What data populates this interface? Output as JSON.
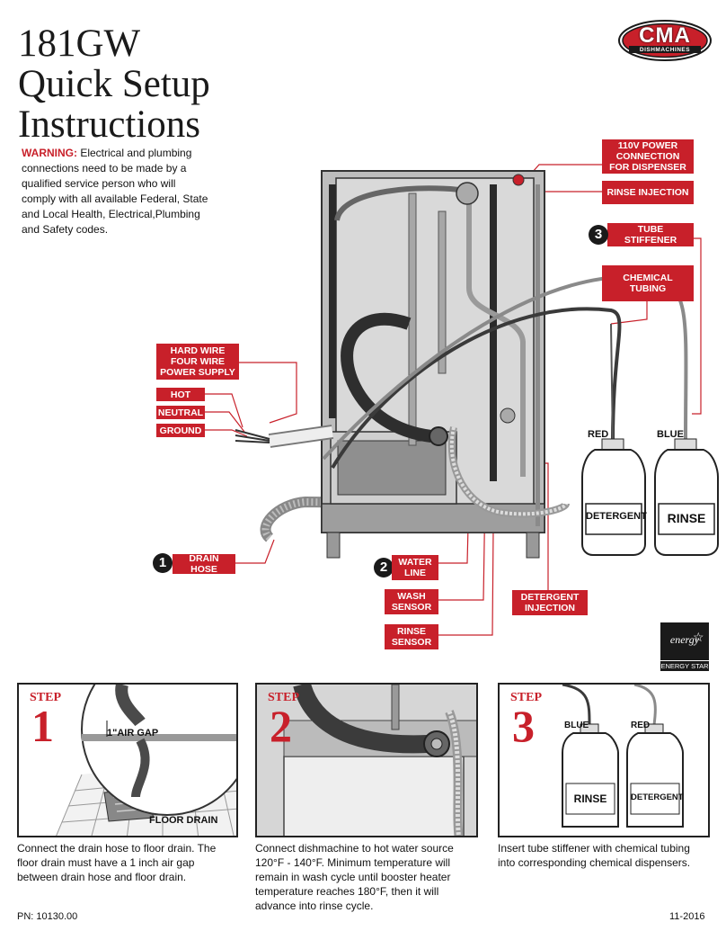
{
  "header": {
    "title_line1": "181GW",
    "title_line2": "Quick Setup",
    "title_line3": "Instructions",
    "brand": "CMA",
    "brand_sub": "DISHMACHINES"
  },
  "warning": {
    "label": "WARNING:",
    "text": " Electrical and plumbing connections need to be made by a qualified service person who will comply with all available Federal, State and Local Health, Electrical,Plumbing and Safety codes."
  },
  "callouts": {
    "power_110v": "110V POWER CONNECTION FOR DISPENSER",
    "rinse_injection": "RINSE INJECTION",
    "tube_stiffener": "TUBE STIFFENER",
    "chemical_tubing": "CHEMICAL TUBING",
    "hard_wire": "HARD WIRE FOUR WIRE POWER SUPPLY",
    "hot": "HOT",
    "neutral": "NEUTRAL",
    "ground": "GROUND",
    "drain_hose": "DRAIN HOSE",
    "water_line": "WATER LINE",
    "wash_sensor": "WASH SENSOR",
    "rinse_sensor": "RINSE SENSOR",
    "detergent_injection": "DETERGENT INJECTION"
  },
  "numbers": {
    "n1": "1",
    "n2": "2",
    "n3": "3"
  },
  "jugs": {
    "red": "RED",
    "blue": "BLUE",
    "detergent": "DETERGENT",
    "rinse": "RINSE"
  },
  "energy_star": {
    "label": "ENERGY STAR",
    "script": "energy"
  },
  "steps": [
    {
      "label": "STEP",
      "number": "1",
      "air_gap": "1\"AIR GAP",
      "floor_drain": "FLOOR DRAIN",
      "text": "Connect the drain hose to  floor drain. The floor drain must have a 1 inch air gap between drain hose and floor drain."
    },
    {
      "label": "STEP",
      "number": "2",
      "text": "Connect dishmachine to hot water source 120°F - 140°F.  Minimum temperature will remain in wash cycle until booster heater temperature reaches 180°F, then it will advance into rinse cycle."
    },
    {
      "label": "STEP",
      "number": "3",
      "blue": "BLUE",
      "red": "RED",
      "rinse": "RINSE",
      "detergent": "DETERGENT",
      "text": "Insert tube stiffener with chemical tubing into corresponding chemical dispensers."
    }
  ],
  "footer": {
    "pn": "PN: 10130.00",
    "date": "11-2016"
  },
  "colors": {
    "accent": "#c8202a",
    "dark": "#1a1a1a"
  }
}
